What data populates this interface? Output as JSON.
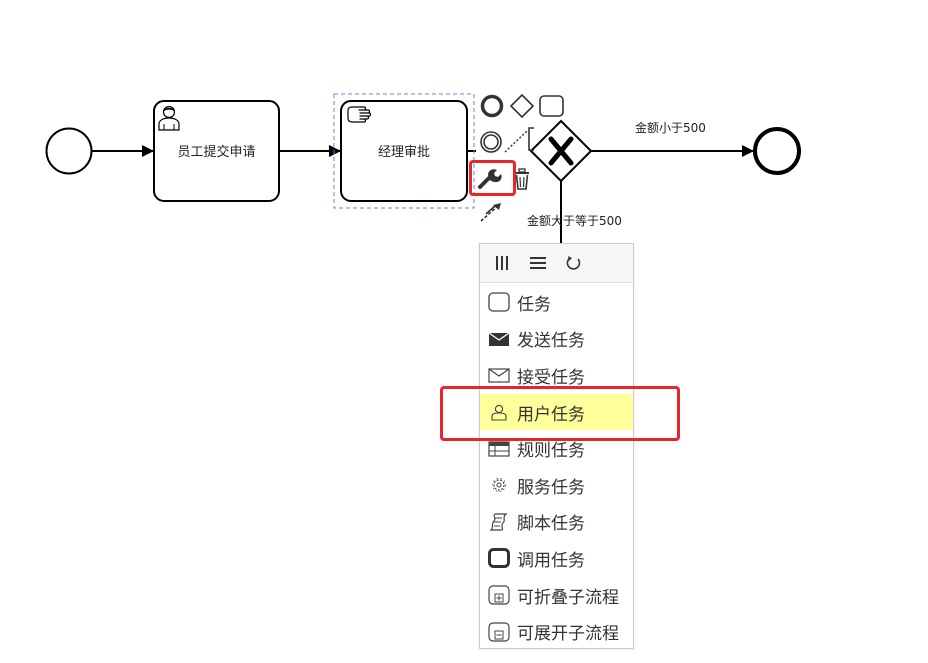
{
  "diagram": {
    "tasks": {
      "submit_request": {
        "label": "员工提交申请"
      },
      "manager_approval": {
        "label": "经理审批"
      }
    },
    "flows": {
      "amount_less": {
        "label": "金额小于500"
      },
      "amount_greater_equal": {
        "label": "金额大于等于500"
      }
    }
  },
  "context_pad": {
    "icons": [
      "start-event-icon",
      "gateway-icon",
      "task-icon",
      "intermediate-event-icon",
      "annotation-icon",
      "wrench-icon",
      "delete-icon",
      "connect-icon"
    ]
  },
  "replace_menu": {
    "header_icons": [
      "parallel-multi-instance-icon",
      "sequential-multi-instance-icon",
      "loop-icon"
    ],
    "items": [
      {
        "label": "任务",
        "icon": "task-icon"
      },
      {
        "label": "发送任务",
        "icon": "send-task-icon"
      },
      {
        "label": "接受任务",
        "icon": "receive-task-icon"
      },
      {
        "label": "用户任务",
        "icon": "user-task-icon",
        "active": true
      },
      {
        "label": "规则任务",
        "icon": "business-rule-icon"
      },
      {
        "label": "服务任务",
        "icon": "service-task-icon"
      },
      {
        "label": "脚本任务",
        "icon": "script-task-icon"
      },
      {
        "label": "调用任务",
        "icon": "call-activity-icon"
      },
      {
        "label": "可折叠子流程",
        "icon": "collapsed-subprocess-icon"
      },
      {
        "label": "可展开子流程",
        "icon": "expanded-subprocess-icon"
      }
    ]
  },
  "colors": {
    "highlight": "#e8262a",
    "active_item": "#ffff9c",
    "selection": "#7b7fd6"
  }
}
